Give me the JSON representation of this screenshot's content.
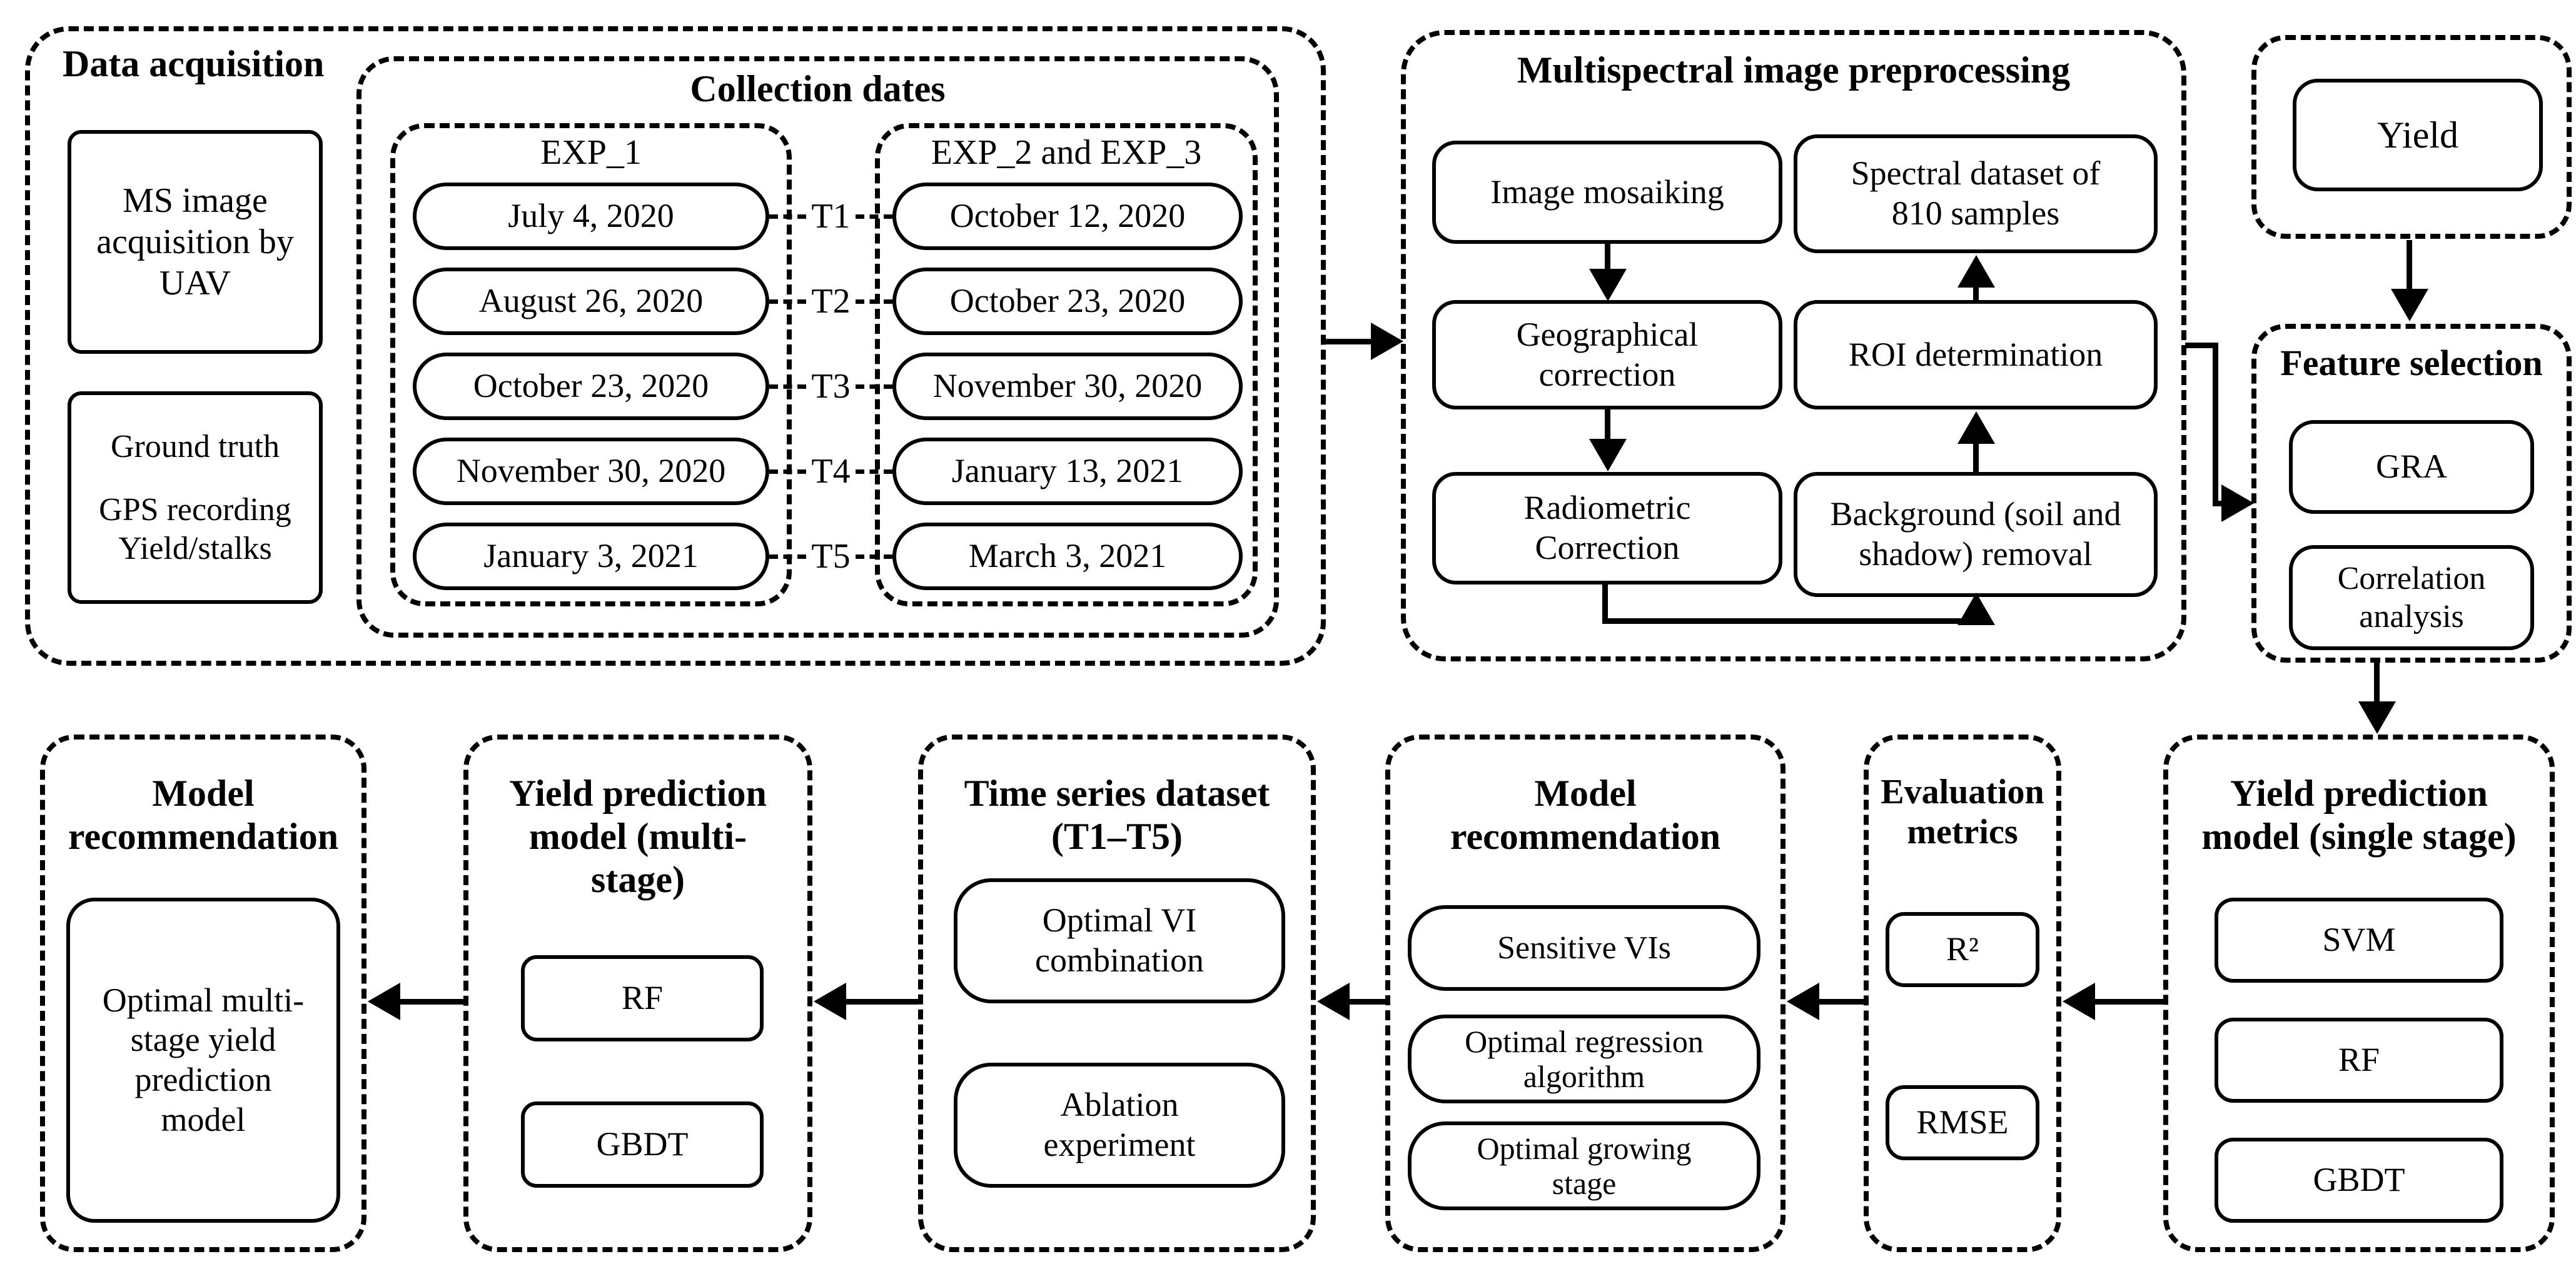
{
  "diagram": {
    "data_acquisition": {
      "title": "Data acquisition",
      "ms_box": "MS image acquisition by UAV",
      "ground_box": {
        "line1": "Ground truth",
        "line2": "GPS recording",
        "line3": "Yield/stalks"
      }
    },
    "collection": {
      "title": "Collection dates",
      "exp1_title": "EXP_1",
      "exp23_title": "EXP_2 and EXP_3",
      "exp1_dates": [
        "July 4, 2020",
        "August 26, 2020",
        "October 23, 2020",
        "November 30, 2020",
        "January 3, 2021"
      ],
      "exp23_dates": [
        "October 12, 2020",
        "October 23, 2020",
        "November 30, 2020",
        "January 13, 2021",
        "March 3, 2021"
      ],
      "t_labels": [
        "T1",
        "T2",
        "T3",
        "T4",
        "T5"
      ]
    },
    "preprocessing": {
      "title": "Multispectral image preprocessing",
      "image_mosaiking": "Image mosaiking",
      "geographical_correction": "Geographical correction",
      "radiometric_correction": "Radiometric Correction",
      "spectral_dataset": "Spectral dataset of 810 samples",
      "roi_determination": "ROI determination",
      "background_removal": "Background (soil and shadow) removal"
    },
    "yield_label": "Yield",
    "feature_selection": {
      "title": "Feature selection",
      "gra": "GRA",
      "correlation": "Correlation analysis"
    },
    "single_stage": {
      "title": "Yield prediction model (single stage)",
      "items": [
        "SVM",
        "RF",
        "GBDT"
      ]
    },
    "evaluation": {
      "title": "Evaluation metrics",
      "items": [
        "R²",
        "RMSE"
      ]
    },
    "model_rec_mid": {
      "title": "Model recommendation",
      "items": [
        "Sensitive VIs",
        "Optimal regression algorithm",
        "Optimal growing stage"
      ]
    },
    "time_series": {
      "title": "Time series dataset (T1–T5)",
      "items": [
        "Optimal VI combination",
        "Ablation experiment"
      ]
    },
    "multi_stage": {
      "title": "Yield prediction model (multi-stage)",
      "items": [
        "RF",
        "GBDT"
      ]
    },
    "model_rec_final": {
      "title": "Model recommendation",
      "item": "Optimal multi-stage yield prediction model"
    }
  }
}
